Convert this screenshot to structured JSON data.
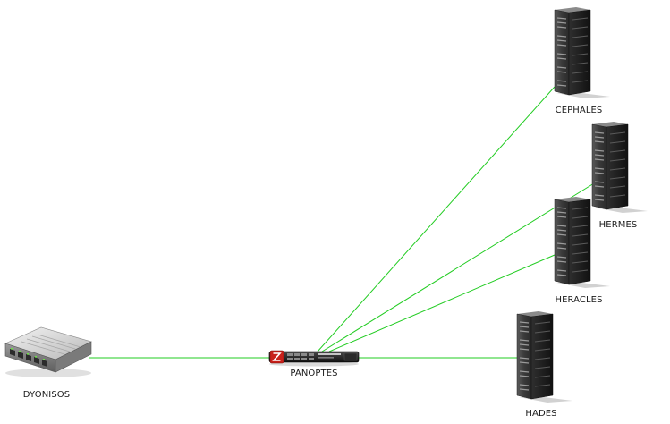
{
  "diagram": {
    "nodes": [
      {
        "id": "dyonisos",
        "label": "DYONISOS",
        "icon": "network-switch-icon"
      },
      {
        "id": "panoptes",
        "label": "PANOPTES",
        "icon": "firewall-appliance-icon"
      },
      {
        "id": "cephales",
        "label": "CEPHALES",
        "icon": "server-tower-icon"
      },
      {
        "id": "hermes",
        "label": "HERMES",
        "icon": "server-tower-icon"
      },
      {
        "id": "heracles",
        "label": "HERACLES",
        "icon": "server-tower-icon"
      },
      {
        "id": "hades",
        "label": "HADES",
        "icon": "server-tower-icon"
      }
    ],
    "links": [
      {
        "from": "dyonisos",
        "to": "panoptes"
      },
      {
        "from": "panoptes",
        "to": "cephales"
      },
      {
        "from": "panoptes",
        "to": "hermes"
      },
      {
        "from": "panoptes",
        "to": "heracles"
      },
      {
        "from": "panoptes",
        "to": "hades"
      }
    ],
    "link_color": "#22cc22"
  }
}
